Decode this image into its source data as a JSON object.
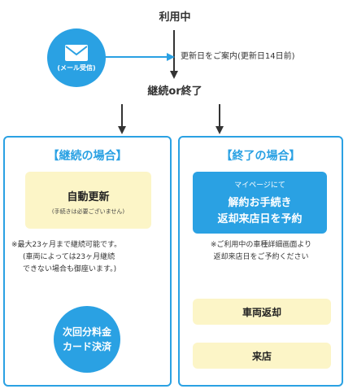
{
  "flow": {
    "status_top": "利用中",
    "status_mid": "継続or終了",
    "notice": "更新日をご案内(更新日14日前)",
    "mail_caption": "(メール受信)"
  },
  "left": {
    "title": "【継続の場合】",
    "auto_title": "自動更新",
    "auto_sub": "(手続きは必要ございません)",
    "note": [
      "※最大23ヶ月まで継続可能です。",
      "(車両によっては23ヶ月継続",
      "できない場合も御座います。)"
    ],
    "pay": [
      "次回分料金",
      "カード決済"
    ]
  },
  "right": {
    "title": "【終了の場合】",
    "mypage_sub": "マイページにて",
    "mypage_l1": "解約お手続き",
    "mypage_l2": "返却来店日を予約",
    "note": [
      "※ご利用中の車種詳細画面より",
      "返却来店日をご予約ください"
    ],
    "return": "車両返却",
    "store": "来店"
  },
  "colors": {
    "accent": "#2aa1e3",
    "yellow": "#fcf5c7",
    "line": "#333333"
  },
  "icons": {
    "mail": "envelope-icon"
  }
}
